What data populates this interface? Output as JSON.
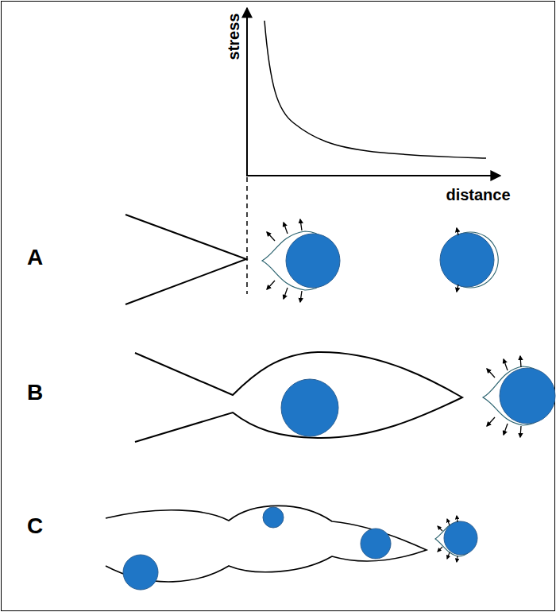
{
  "diagram": {
    "labels": [
      "stress",
      "distance",
      "A",
      "B",
      "C"
    ]
  }
}
